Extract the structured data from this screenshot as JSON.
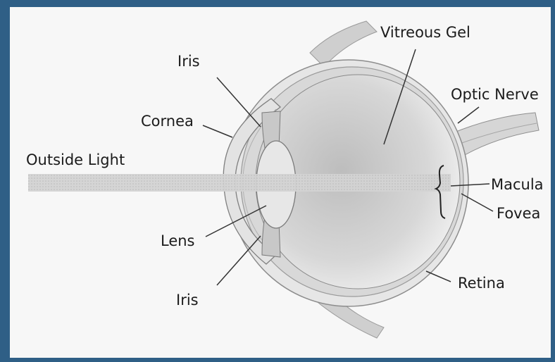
{
  "diagram": {
    "labels": {
      "vitreous_gel": "Vitreous Gel",
      "iris_top": "Iris",
      "cornea": "Cornea",
      "optic_nerve": "Optic Nerve",
      "outside_light": "Outside Light",
      "macula": "Macula",
      "fovea": "Fovea",
      "lens": "Lens",
      "iris_bottom": "Iris",
      "retina": "Retina"
    },
    "colors": {
      "frame": "#2f5f86",
      "background": "#f7f7f7",
      "light_beam": "#cfcfcf",
      "tissue": "#d9d9d9",
      "vitreous": "#c6c6c6",
      "line": "#333333"
    }
  }
}
